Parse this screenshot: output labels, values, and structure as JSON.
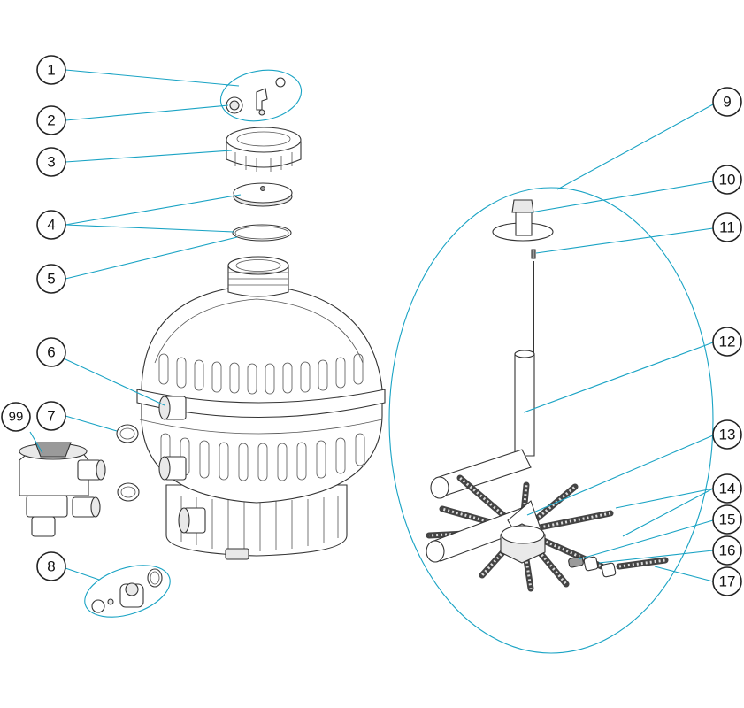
{
  "callouts": [
    {
      "id": "1",
      "label": "1"
    },
    {
      "id": "2",
      "label": "2"
    },
    {
      "id": "3",
      "label": "3"
    },
    {
      "id": "4",
      "label": "4"
    },
    {
      "id": "5",
      "label": "5"
    },
    {
      "id": "6",
      "label": "6"
    },
    {
      "id": "7",
      "label": "7"
    },
    {
      "id": "8",
      "label": "8"
    },
    {
      "id": "9",
      "label": "9"
    },
    {
      "id": "10",
      "label": "10"
    },
    {
      "id": "11",
      "label": "11"
    },
    {
      "id": "12",
      "label": "12"
    },
    {
      "id": "13",
      "label": "13"
    },
    {
      "id": "14",
      "label": "14"
    },
    {
      "id": "15",
      "label": "15"
    },
    {
      "id": "16",
      "label": "16"
    },
    {
      "id": "17",
      "label": "17"
    },
    {
      "id": "99",
      "label": "99"
    }
  ],
  "colors": {
    "leader": "#19a3c4",
    "outline": "#333333",
    "fill": "#ffffff",
    "shade": "#e9e9e9"
  }
}
